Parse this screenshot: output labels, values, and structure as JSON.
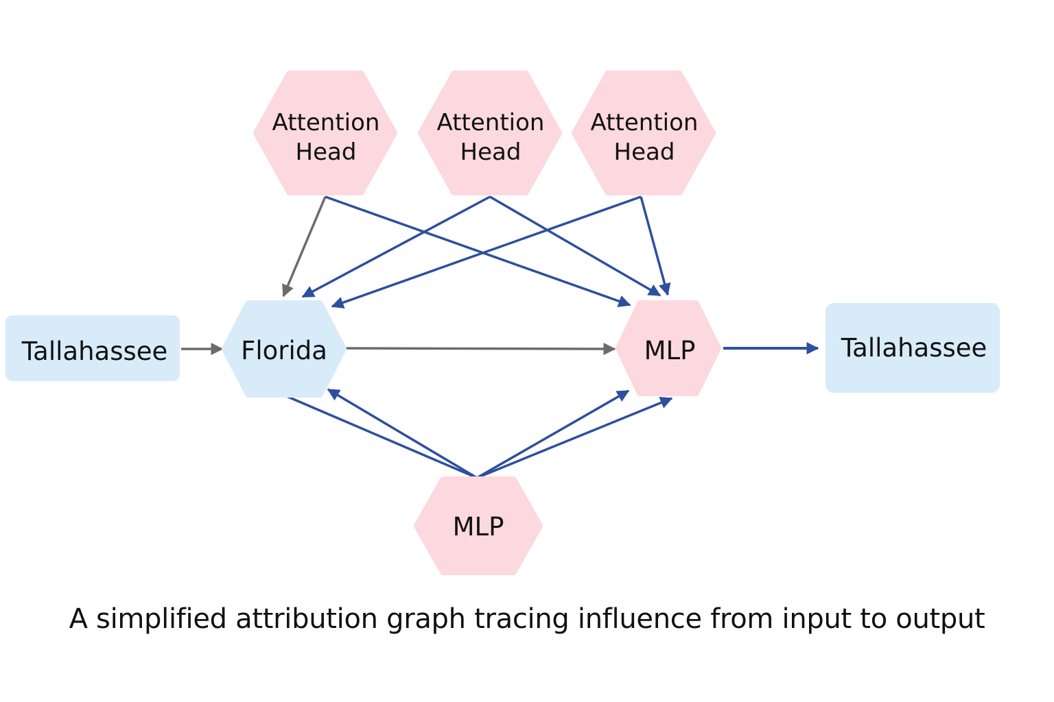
{
  "colors": {
    "blue_node": "#d8ebf9",
    "pink_node": "#fcd9de",
    "blue_edge": "#2e4f9e",
    "gray_edge": "#6b6b6b",
    "text": "#111111"
  },
  "nodes": {
    "input_token": {
      "label": "Tallahassee",
      "shape": "rounded-rect",
      "color": "blue"
    },
    "florida": {
      "label": "Florida",
      "shape": "hexagon",
      "color": "blue"
    },
    "attention_head_1": {
      "label_line1": "Attention",
      "label_line2": "Head",
      "shape": "hexagon",
      "color": "pink"
    },
    "attention_head_2": {
      "label_line1": "Attention",
      "label_line2": "Head",
      "shape": "hexagon",
      "color": "pink"
    },
    "attention_head_3": {
      "label_line1": "Attention",
      "label_line2": "Head",
      "shape": "hexagon",
      "color": "pink"
    },
    "mlp_center": {
      "label": "MLP",
      "shape": "hexagon",
      "color": "pink"
    },
    "mlp_bottom": {
      "label": "MLP",
      "shape": "hexagon",
      "color": "pink"
    },
    "output_token": {
      "label": "Tallahassee",
      "shape": "rounded-rect",
      "color": "blue"
    }
  },
  "edges": [
    {
      "from": "input_token",
      "to": "florida",
      "color": "gray"
    },
    {
      "from": "florida",
      "to": "mlp_center",
      "color": "gray"
    },
    {
      "from": "mlp_center",
      "to": "output_token",
      "color": "blue"
    },
    {
      "from": "attention_head_1",
      "to": "florida",
      "color": "gray"
    },
    {
      "from": "attention_head_1",
      "to": "mlp_center",
      "color": "blue"
    },
    {
      "from": "attention_head_2",
      "to": "florida",
      "color": "blue"
    },
    {
      "from": "attention_head_2",
      "to": "mlp_center",
      "color": "blue"
    },
    {
      "from": "attention_head_3",
      "to": "florida",
      "color": "blue"
    },
    {
      "from": "attention_head_3",
      "to": "mlp_center",
      "color": "blue"
    },
    {
      "from": "mlp_bottom",
      "to": "florida",
      "color": "blue"
    },
    {
      "from": "florida",
      "to": "mlp_bottom",
      "color": "blue",
      "arrowhead": false
    },
    {
      "from": "mlp_bottom",
      "to": "mlp_center",
      "color": "blue"
    }
  ],
  "caption": "A simplified attribution graph tracing influence from input to output"
}
